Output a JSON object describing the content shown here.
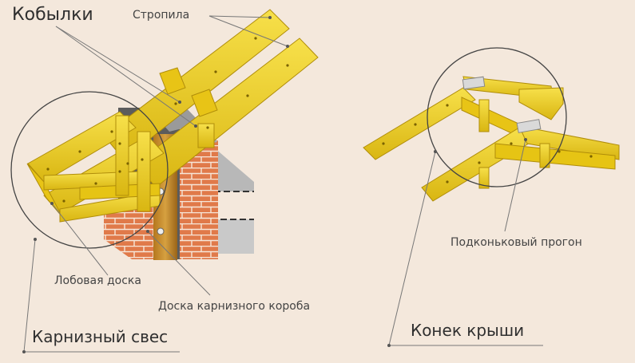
{
  "labels": {
    "kobylki": "Кобылки",
    "stropila": "Стропила",
    "lobovaya_doska": "Лобовая доска",
    "doska_karniznogo_koroba": "Доска карнизного короба",
    "karniznyi_svès": "Карнизный свес",
    "podkonkovyi_progon": "Подконьковый прогон",
    "konek_kryshi": "Конек крыши"
  },
  "colors": {
    "background": "#f4e8dc",
    "timber": "#f2d21a",
    "timber_shadow": "#c9a80e",
    "brick": "#e07a4a",
    "mortar": "#f6e6d8",
    "leader_line": "#777777",
    "circle": "#444444"
  }
}
